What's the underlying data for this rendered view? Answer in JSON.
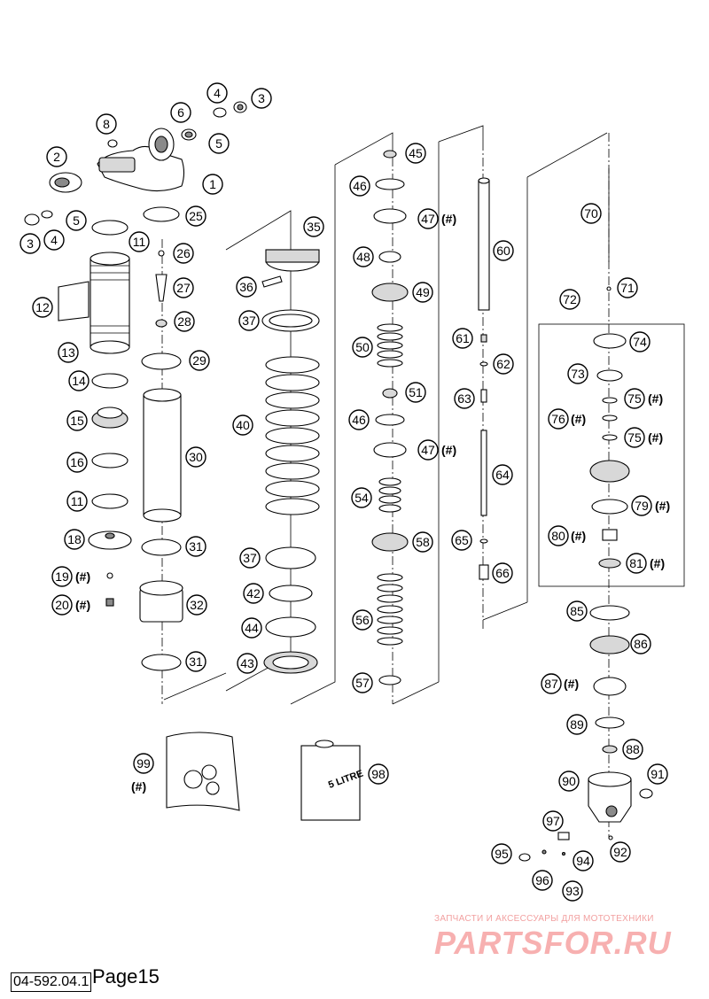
{
  "footer": {
    "page_label": "Page15",
    "drawing_number": "04-592.04.1"
  },
  "watermark": {
    "tagline": "ЗАПЧАСТИ И АКСЕССУАРЫ ДЛЯ МОТОТЕХНИКИ",
    "logo_text": "PARTSFOR.RU",
    "color": "#f7b0b0"
  },
  "hash_marker": "(#)",
  "callouts": [
    {
      "num": "1"
    },
    {
      "num": "2"
    },
    {
      "num": "3"
    },
    {
      "num": "3"
    },
    {
      "num": "4"
    },
    {
      "num": "4"
    },
    {
      "num": "5"
    },
    {
      "num": "5"
    },
    {
      "num": "6"
    },
    {
      "num": "8"
    },
    {
      "num": "11"
    },
    {
      "num": "11"
    },
    {
      "num": "12"
    },
    {
      "num": "13"
    },
    {
      "num": "14"
    },
    {
      "num": "15"
    },
    {
      "num": "16"
    },
    {
      "num": "18"
    },
    {
      "num": "19",
      "hash": true
    },
    {
      "num": "20",
      "hash": true
    },
    {
      "num": "25"
    },
    {
      "num": "26"
    },
    {
      "num": "27"
    },
    {
      "num": "28"
    },
    {
      "num": "29"
    },
    {
      "num": "30"
    },
    {
      "num": "31"
    },
    {
      "num": "32"
    },
    {
      "num": "31"
    },
    {
      "num": "35"
    },
    {
      "num": "36"
    },
    {
      "num": "37"
    },
    {
      "num": "40"
    },
    {
      "num": "37"
    },
    {
      "num": "42"
    },
    {
      "num": "44"
    },
    {
      "num": "43"
    },
    {
      "num": "45"
    },
    {
      "num": "46"
    },
    {
      "num": "47",
      "hash": true
    },
    {
      "num": "48"
    },
    {
      "num": "49"
    },
    {
      "num": "50"
    },
    {
      "num": "51"
    },
    {
      "num": "46"
    },
    {
      "num": "47",
      "hash": true
    },
    {
      "num": "54"
    },
    {
      "num": "58"
    },
    {
      "num": "56"
    },
    {
      "num": "57"
    },
    {
      "num": "60"
    },
    {
      "num": "61"
    },
    {
      "num": "62"
    },
    {
      "num": "63"
    },
    {
      "num": "64"
    },
    {
      "num": "65"
    },
    {
      "num": "66"
    },
    {
      "num": "70"
    },
    {
      "num": "71"
    },
    {
      "num": "72"
    },
    {
      "num": "74"
    },
    {
      "num": "73"
    },
    {
      "num": "75",
      "hash": true
    },
    {
      "num": "76",
      "hash": true
    },
    {
      "num": "75",
      "hash": true
    },
    {
      "num": "79",
      "hash": true
    },
    {
      "num": "80",
      "hash": true
    },
    {
      "num": "81",
      "hash": true
    },
    {
      "num": "85"
    },
    {
      "num": "86"
    },
    {
      "num": "87",
      "hash": true
    },
    {
      "num": "89"
    },
    {
      "num": "88"
    },
    {
      "num": "90"
    },
    {
      "num": "91"
    },
    {
      "num": "92"
    },
    {
      "num": "97"
    },
    {
      "num": "94"
    },
    {
      "num": "93"
    },
    {
      "num": "95"
    },
    {
      "num": "96"
    },
    {
      "num": "99",
      "hash": true
    },
    {
      "num": "98"
    }
  ],
  "oil_can_label": "5 LITRE"
}
